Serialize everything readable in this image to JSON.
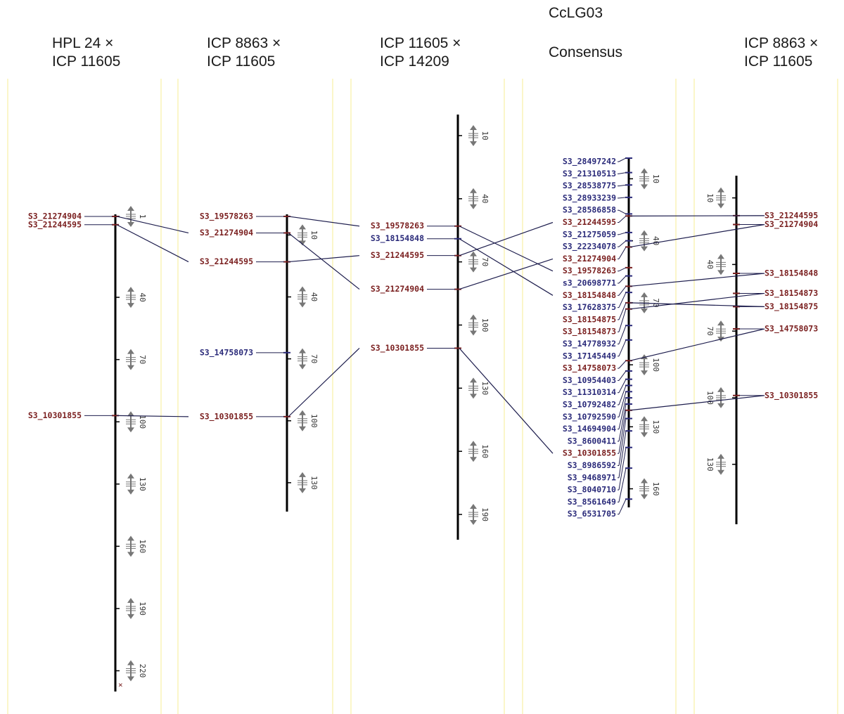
{
  "group_title": "CcLG03",
  "colors": {
    "marker_shared": "#7a1f1f",
    "marker_unique": "#2b2b7a",
    "link": "#1d1d4d",
    "axis": "#000000",
    "scale": "#777777",
    "guide": "#fbf6c9"
  },
  "maps": [
    {
      "id": "map1",
      "title_line1": "HPL 24 ×",
      "title_line2": "ICP 11605",
      "label_side": "left",
      "max_cm": 230,
      "ticks": [
        1,
        40,
        70,
        100,
        130,
        160,
        190,
        220
      ],
      "markers": [
        {
          "name": "S3_21274904",
          "cm": 1,
          "shared": true
        },
        {
          "name": "S3_21244595",
          "cm": 5,
          "shared": true
        },
        {
          "name": "S3_10301855",
          "cm": 97,
          "shared": true
        }
      ]
    },
    {
      "id": "map2",
      "title_line1": "ICP 8863 ×",
      "title_line2": "ICP 11605",
      "label_side": "left",
      "max_cm": 144,
      "ticks": [
        10,
        40,
        70,
        100,
        130
      ],
      "markers": [
        {
          "name": "S3_19578263",
          "cm": 1,
          "shared": true
        },
        {
          "name": "S3_21274904",
          "cm": 9,
          "shared": true
        },
        {
          "name": "S3_21244595",
          "cm": 23,
          "shared": true
        },
        {
          "name": "S3_14758073",
          "cm": 67,
          "shared": false
        },
        {
          "name": "S3_10301855",
          "cm": 98,
          "shared": true
        }
      ]
    },
    {
      "id": "map3",
      "title_line1": "ICP 11605 ×",
      "title_line2": "ICP 14209",
      "label_side": "left",
      "max_cm": 202,
      "ticks": [
        10,
        40,
        70,
        100,
        130,
        160,
        190
      ],
      "markers": [
        {
          "name": "S3_19578263",
          "cm": 53,
          "shared": true
        },
        {
          "name": "S3_18154848",
          "cm": 59,
          "shared": false
        },
        {
          "name": "S3_21244595",
          "cm": 67,
          "shared": true
        },
        {
          "name": "S3_21274904",
          "cm": 83,
          "shared": true
        },
        {
          "name": "S3_10301855",
          "cm": 111,
          "shared": true
        }
      ]
    },
    {
      "id": "consensus",
      "title_line1": "Consensus",
      "title_line2": "",
      "label_side": "left",
      "max_cm": 169,
      "ticks": [
        10,
        40,
        70,
        100,
        130,
        160
      ],
      "markers": [
        {
          "name": "S3_28497242",
          "cm": 0,
          "shared": false
        },
        {
          "name": "S3_21310513",
          "cm": 7,
          "shared": false
        },
        {
          "name": "S3_28538775",
          "cm": 13,
          "shared": false
        },
        {
          "name": "S3_28933239",
          "cm": 19,
          "shared": false
        },
        {
          "name": "S3_28586858",
          "cm": 27,
          "shared": false
        },
        {
          "name": "S3_21244595",
          "cm": 28,
          "shared": true
        },
        {
          "name": "S3_21275059",
          "cm": 36,
          "shared": false
        },
        {
          "name": "S3_22234078",
          "cm": 40,
          "shared": false
        },
        {
          "name": "S3_21274904",
          "cm": 43,
          "shared": true
        },
        {
          "name": "S3_19578263",
          "cm": 53,
          "shared": true
        },
        {
          "name": "s3_20698771",
          "cm": 57,
          "shared": false
        },
        {
          "name": "S3_18154848",
          "cm": 62,
          "shared": true
        },
        {
          "name": "S3_17628375",
          "cm": 65,
          "shared": false
        },
        {
          "name": "S3_18154875",
          "cm": 70,
          "shared": true
        },
        {
          "name": "S3_18154873",
          "cm": 73,
          "shared": true
        },
        {
          "name": "S3_14778932",
          "cm": 81,
          "shared": false
        },
        {
          "name": "S3_17145449",
          "cm": 88,
          "shared": false
        },
        {
          "name": "S3_14758073",
          "cm": 98,
          "shared": true
        },
        {
          "name": "S3_10954403",
          "cm": 103,
          "shared": false
        },
        {
          "name": "S3_11310314",
          "cm": 107,
          "shared": false
        },
        {
          "name": "S3_10792482",
          "cm": 110,
          "shared": false
        },
        {
          "name": "S3_10792590",
          "cm": 113,
          "shared": false
        },
        {
          "name": "S3_14694904",
          "cm": 116,
          "shared": false
        },
        {
          "name": "S3_8600411",
          "cm": 119,
          "shared": false
        },
        {
          "name": "S3_10301855",
          "cm": 122,
          "shared": true
        },
        {
          "name": "S3_8986592",
          "cm": 126,
          "shared": false
        },
        {
          "name": "S3_9468971",
          "cm": 132,
          "shared": false
        },
        {
          "name": "S3_8040710",
          "cm": 140,
          "shared": false
        },
        {
          "name": "S3_8561649",
          "cm": 150,
          "shared": false
        },
        {
          "name": "S3_6531705",
          "cm": 165,
          "shared": false
        }
      ]
    },
    {
      "id": "map5",
      "title_line1": "ICP 8863 ×",
      "title_line2": "ICP 11605",
      "label_side": "right",
      "max_cm": 157,
      "ticks": [
        10,
        40,
        70,
        100,
        130
      ],
      "markers": [
        {
          "name": "S3_21244595",
          "cm": 18,
          "shared": true
        },
        {
          "name": "S3_21274904",
          "cm": 22,
          "shared": true
        },
        {
          "name": "S3_18154848",
          "cm": 44,
          "shared": true
        },
        {
          "name": "S3_18154873",
          "cm": 53,
          "shared": true
        },
        {
          "name": "S3_18154875",
          "cm": 59,
          "shared": true
        },
        {
          "name": "S3_14758073",
          "cm": 69,
          "shared": true
        },
        {
          "name": "S3_10301855",
          "cm": 99,
          "shared": true
        }
      ]
    }
  ],
  "correspondences": [
    {
      "from": "map1",
      "to": "map2",
      "markers": [
        "S3_21274904",
        "S3_21244595",
        "S3_10301855"
      ]
    },
    {
      "from": "map2",
      "to": "map3",
      "markers": [
        "S3_19578263",
        "S3_21244595",
        "S3_21274904",
        "S3_10301855"
      ]
    },
    {
      "from": "map3",
      "to": "consensus",
      "markers": [
        "S3_19578263",
        "S3_18154848",
        "S3_21244595",
        "S3_21274904",
        "S3_10301855"
      ]
    },
    {
      "from": "consensus",
      "to": "map5",
      "markers": [
        "S3_21244595",
        "S3_21274904",
        "S3_18154848",
        "S3_18154873",
        "S3_18154875",
        "S3_14758073",
        "S3_10301855"
      ]
    }
  ]
}
